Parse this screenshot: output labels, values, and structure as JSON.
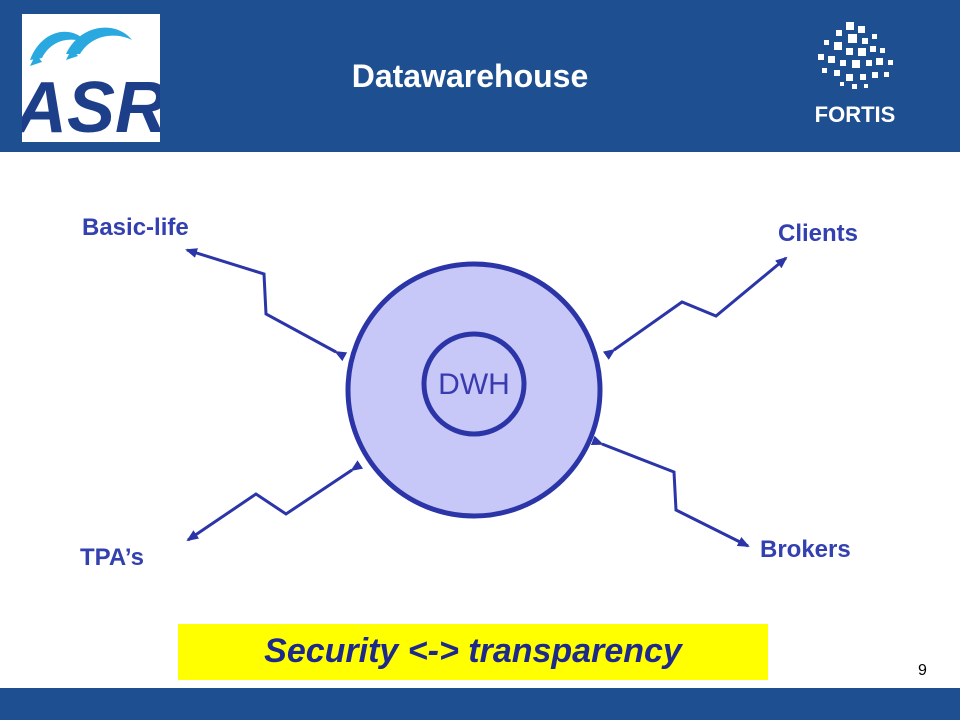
{
  "header": {
    "title": "Datawarehouse",
    "background_color": "#1d4f91",
    "left_logo_text": "ASR",
    "right_logo_text": "FORTIS"
  },
  "diagram": {
    "center_inner_label": "DWH",
    "outer_circle_fill": "#c8c8f8",
    "stroke_color": "#2b35a8",
    "nodes": {
      "basic_life": "Basic-life",
      "clients": "Clients",
      "tpas": "TPA’s",
      "brokers": "Brokers"
    }
  },
  "banner": {
    "text": "Security <-> transparency",
    "background_color": "#ffff00"
  },
  "page_number": "9"
}
